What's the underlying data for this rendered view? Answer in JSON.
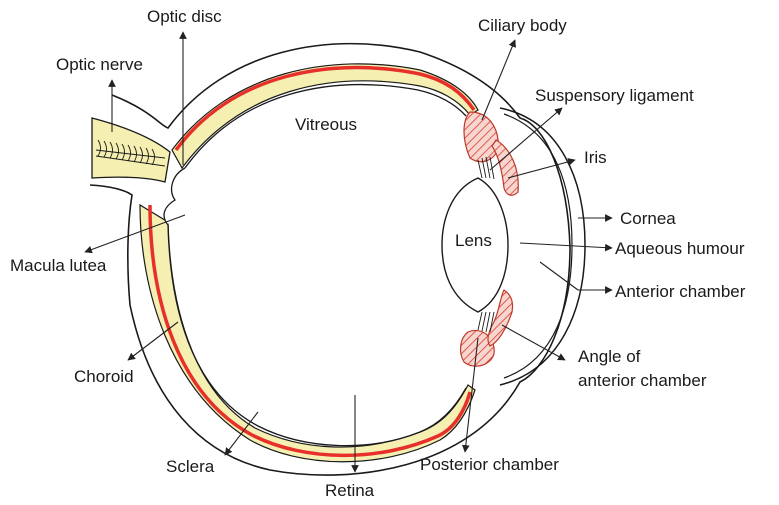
{
  "diagram": {
    "colors": {
      "sclera_outline": "#1a1a1a",
      "choroid_fill": "#f5efb2",
      "retina_stroke": "#e8302a",
      "ciliary_fill": "#f2c9c0",
      "ciliary_hatch": "#d93b2e",
      "label_text": "#1a1a1a"
    },
    "labels": {
      "optic_disc": "Optic disc",
      "optic_nerve": "Optic nerve",
      "vitreous": "Vitreous",
      "ciliary_body": "Ciliary body",
      "suspensory_ligament": "Suspensory ligament",
      "iris": "Iris",
      "cornea": "Cornea",
      "lens": "Lens",
      "aqueous_humour": "Aqueous humour",
      "anterior_chamber": "Anterior chamber",
      "macula_lutea": "Macula lutea",
      "choroid": "Choroid",
      "angle_of_anterior_chamber_line1": "Angle of",
      "angle_of_anterior_chamber_line2": "anterior chamber",
      "sclera": "Sclera",
      "posterior_chamber": "Posterior chamber",
      "retina": "Retina"
    }
  }
}
